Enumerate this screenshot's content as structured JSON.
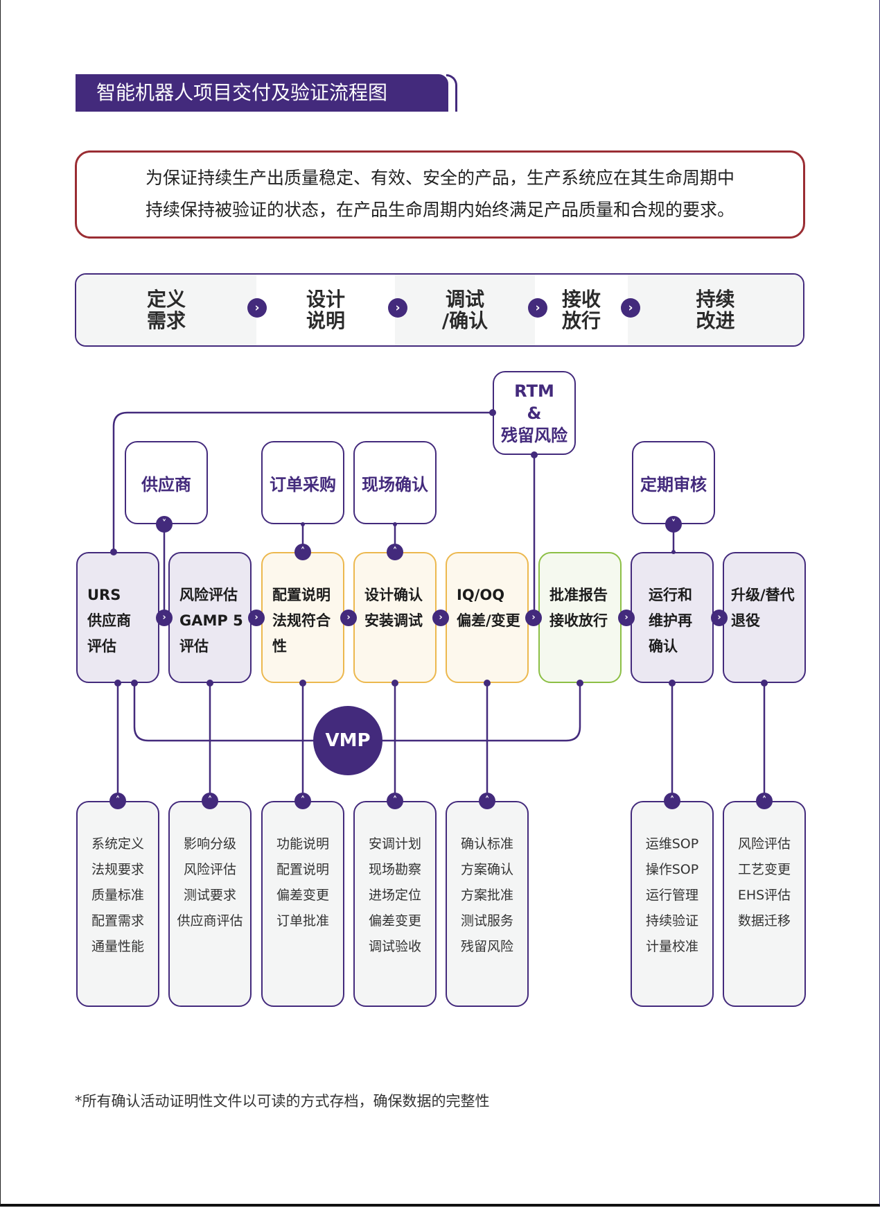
{
  "title": "智能机器人项目交付及验证流程图",
  "intro": {
    "line1": "为保证持续生产出质量稳定、有效、安全的产品，生产系统应在其生命周期中",
    "line2": "持续保持被验证的状态，在产品生命周期内始终满足产品质量和合规的要求。"
  },
  "phases": [
    {
      "line1": "定义",
      "line2": "需求"
    },
    {
      "line1": "设计",
      "line2": "说明"
    },
    {
      "line1": "调试",
      "line2": "/确认"
    },
    {
      "line1": "接收",
      "line2": "放行"
    },
    {
      "line1": "持续",
      "line2": "改进"
    }
  ],
  "top_boxes": {
    "supplier": "供应商",
    "order": "订单采购",
    "site": "现场确认",
    "review": "定期审核",
    "rtm": {
      "line1": "RTM",
      "line2": "&",
      "line3": "残留风险"
    }
  },
  "main_steps": [
    {
      "lines": [
        "URS",
        "供应商",
        "评估"
      ]
    },
    {
      "lines": [
        "风险评估",
        "GAMP 5",
        "评估"
      ]
    },
    {
      "lines": [
        "配置说明",
        "法规符合",
        "性"
      ]
    },
    {
      "lines": [
        "设计确认",
        "安装调试"
      ]
    },
    {
      "lines": [
        "IQ/OQ",
        "偏差/变更"
      ]
    },
    {
      "lines": [
        "批准报告",
        "接收放行"
      ]
    },
    {
      "lines": [
        "运行和",
        "维护再",
        "确认"
      ]
    },
    {
      "lines": [
        "升级/替代",
        "退役"
      ]
    }
  ],
  "vmp": "VMP",
  "details": [
    {
      "items": [
        "系统定义",
        "法规要求",
        "质量标准",
        "配置需求",
        "通量性能"
      ]
    },
    {
      "items": [
        "影响分级",
        "风险评估",
        "测试要求",
        "供应商评估"
      ]
    },
    {
      "items": [
        "功能说明",
        "配置说明",
        "偏差变更",
        "订单批准"
      ]
    },
    {
      "items": [
        "安调计划",
        "现场勘察",
        "进场定位",
        "偏差变更",
        "调试验收"
      ]
    },
    {
      "items": [
        "确认标准",
        "方案确认",
        "方案批准",
        "测试服务",
        "残留风险"
      ]
    },
    {
      "items": [
        "运维SOP",
        "操作SOP",
        "运行管理",
        "持续验证",
        "计量校准"
      ]
    },
    {
      "items": [
        "风险评估",
        "工艺变更",
        "EHS评估",
        "数据迁移"
      ]
    }
  ],
  "footnote": "*所有确认活动证明性文件以可读的方式存档，确保数据的完整性",
  "icons": {
    "chevron_right": "›",
    "chevron_up": "˄",
    "chevron_down": "˅"
  },
  "colors": {
    "primary": "#432a7c",
    "intro_border": "#9a2d33",
    "yellow": "#ecb84e",
    "green": "#8cbf45"
  }
}
